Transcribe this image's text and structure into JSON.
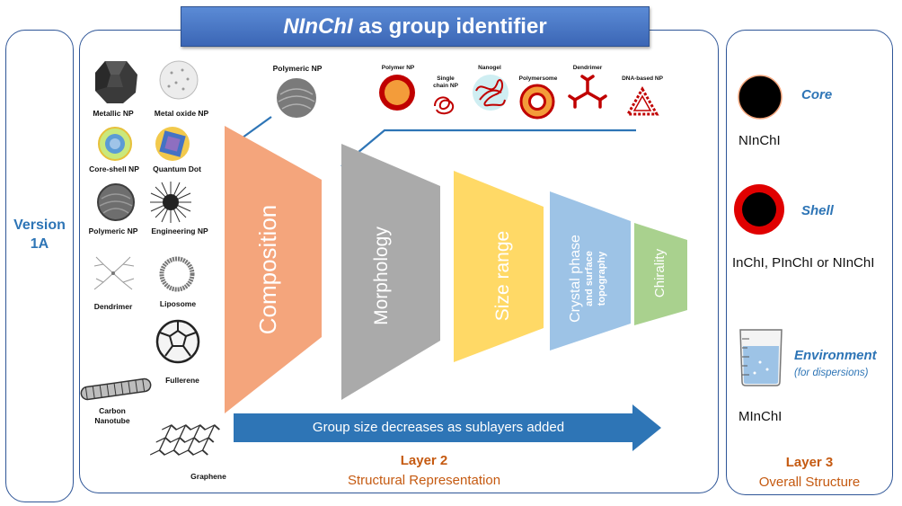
{
  "title": {
    "prefix": "NInChI",
    "suffix": " as group identifier"
  },
  "version": {
    "line1": "Version",
    "line2": "1A"
  },
  "np_types": {
    "metallic": "Metallic NP",
    "metal_oxide": "Metal oxide NP",
    "core_shell": "Core-shell NP",
    "quantum_dot": "Quantum Dot",
    "polymeric": "Polymeric NP",
    "engineering": "Engineering NP",
    "dendrimer": "Dendrimer",
    "liposome": "Liposome",
    "fullerene": "Fullerene",
    "carbon_nanotube_1": "Carbon",
    "carbon_nanotube_2": "Nanotube",
    "graphene": "Graphene"
  },
  "composition_example": "Polymeric NP",
  "morphology_examples": {
    "polymer_np": "Polymer NP",
    "single_chain_1": "Single",
    "single_chain_2": "chain NP",
    "nanogel": "Nanogel",
    "polymersome": "Polymersome",
    "dendrimer": "Dendrimer",
    "dna_based": "DNA-based NP"
  },
  "sublayers": {
    "composition": "Composition",
    "morphology": "Morphology",
    "size_range": "Size range",
    "crystal_1": "Crystal phase",
    "crystal_2": "and surface",
    "crystal_3": "topography",
    "chirality": "Chirality"
  },
  "arrow_text": "Group size decreases as sublayers added",
  "layer2": {
    "title": "Layer 2",
    "subtitle": "Structural Representation"
  },
  "layer3": {
    "core_label": "Core",
    "core_value": "NInChI",
    "shell_label": "Shell",
    "shell_value": "InChI, PInChI or NInChI",
    "environment_label": "Environment",
    "environment_note": "(for dispersions)",
    "environment_value": "MInChI",
    "title": "Layer 3",
    "subtitle": "Overall Structure"
  },
  "colors": {
    "frame": "#2e5597",
    "title_bar": "#4472c4",
    "composition": "#f4a57c",
    "morphology": "#aaaaaa",
    "size_range": "#ffd966",
    "crystal": "#9dc3e6",
    "chirality": "#a9d18e",
    "arrow": "#2e75b6",
    "layer_label": "#c55a11",
    "right_label": "#2e75b6"
  }
}
